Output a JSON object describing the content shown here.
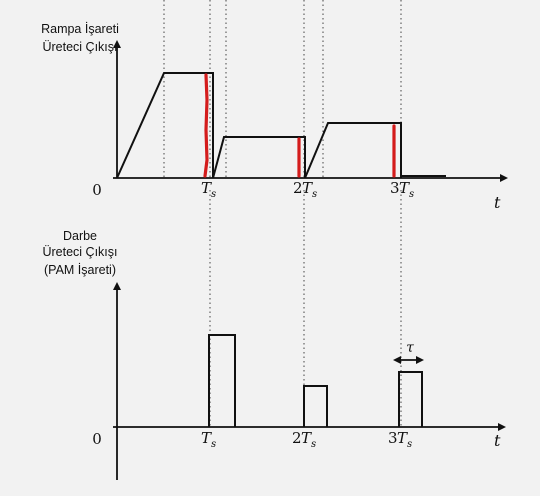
{
  "top_plot": {
    "ylabel_line1": "Rampa İşareti",
    "ylabel_line2": "Üreteci Çıkışı",
    "origin": "0",
    "tick_ts": "T",
    "tick_ts_sub": "s",
    "tick_2ts_coef": "2",
    "tick_3ts_coef": "3",
    "xlabel": "t"
  },
  "bottom_plot": {
    "ylabel_line1": "Darbe",
    "ylabel_line2": "Üreteci Çıkışı",
    "ylabel_line3": "(PAM İşareti)",
    "origin": "0",
    "tick_ts": "T",
    "tick_ts_sub": "s",
    "tick_2ts_coef": "2",
    "tick_3ts_coef": "3",
    "xlabel": "t",
    "tau_label": "τ"
  },
  "colors": {
    "signal": "#111111",
    "marker": "#d41c1c",
    "background": "#f2f2f2"
  }
}
